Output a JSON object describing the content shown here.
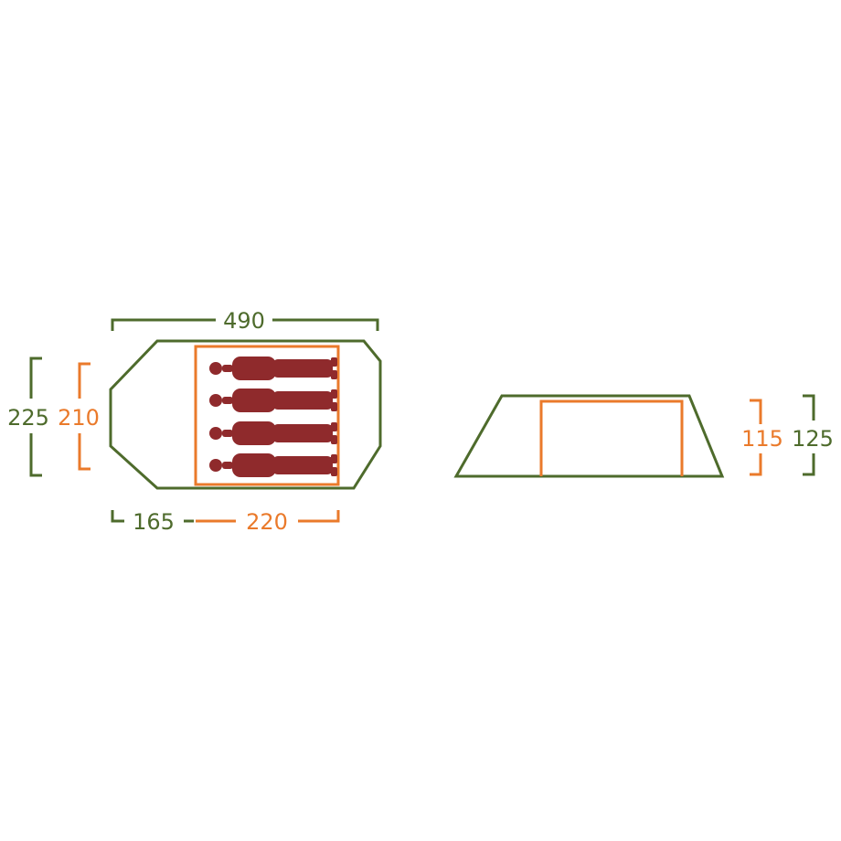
{
  "colors": {
    "outer": "#4e6b2c",
    "inner": "#ea7a2b",
    "sleeper": "#8f2a2c",
    "background": "#ffffff"
  },
  "icons": {
    "sleeper": "person-lying-icon"
  },
  "floor_plan": {
    "overall_length": "490",
    "overall_width": "225",
    "inner_width": "210",
    "vestibule_length": "165",
    "inner_length": "220",
    "sleeper_count": 4
  },
  "side_view": {
    "inner_height": "115",
    "overall_height": "125"
  }
}
